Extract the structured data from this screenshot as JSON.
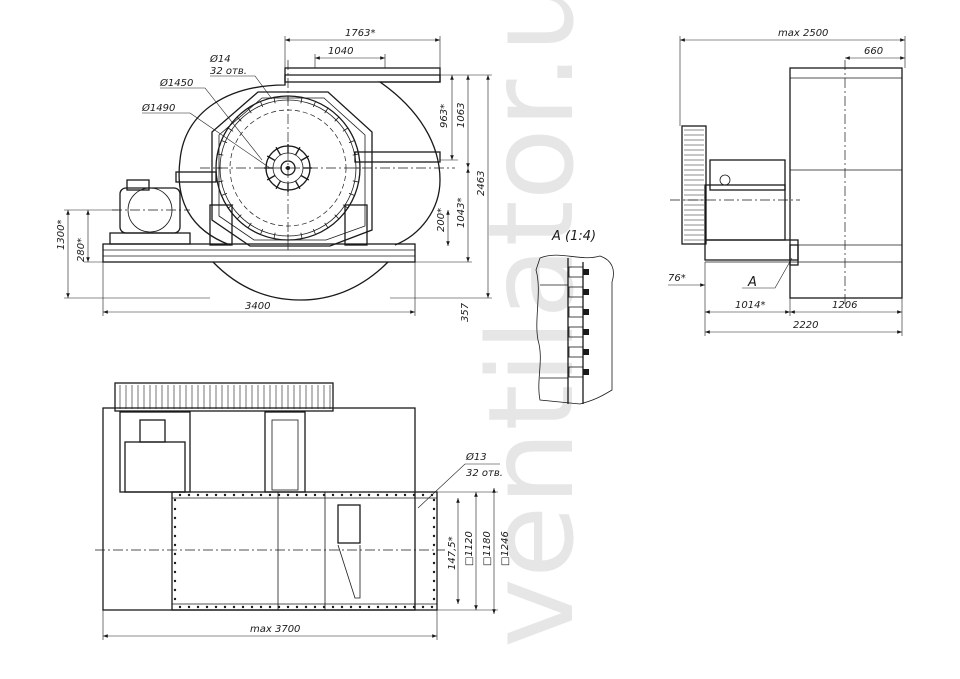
{
  "watermark": "ventilator.ua",
  "front_view": {
    "d_hole": "Ø14",
    "hole_count": "32 отв.",
    "d_inner": "Ø1450",
    "d_outer": "Ø1490",
    "w_1763": "1763*",
    "w_1040": "1040",
    "h_963": "963*",
    "h_1063": "1063",
    "h_2463": "2463",
    "h_1043": "1043*",
    "h_200": "200*",
    "h_1300": "1300*",
    "h_280": "280*",
    "h_357": "357",
    "w_3400": "3400"
  },
  "side_view": {
    "w_max": "max 2500",
    "w_660": "660",
    "w_76": "76*",
    "label_a": "А",
    "w_1014": "1014*",
    "w_1206": "1206",
    "w_2220": "2220"
  },
  "detail": {
    "title": "А (1:4)"
  },
  "plan_view": {
    "d_hole": "Ø13",
    "hole_count": "32 отв.",
    "h_147": "147,5*",
    "sq_1120": "□1120",
    "sq_1180": "□1180",
    "sq_1246": "□1246",
    "w_max": "max 3700"
  }
}
